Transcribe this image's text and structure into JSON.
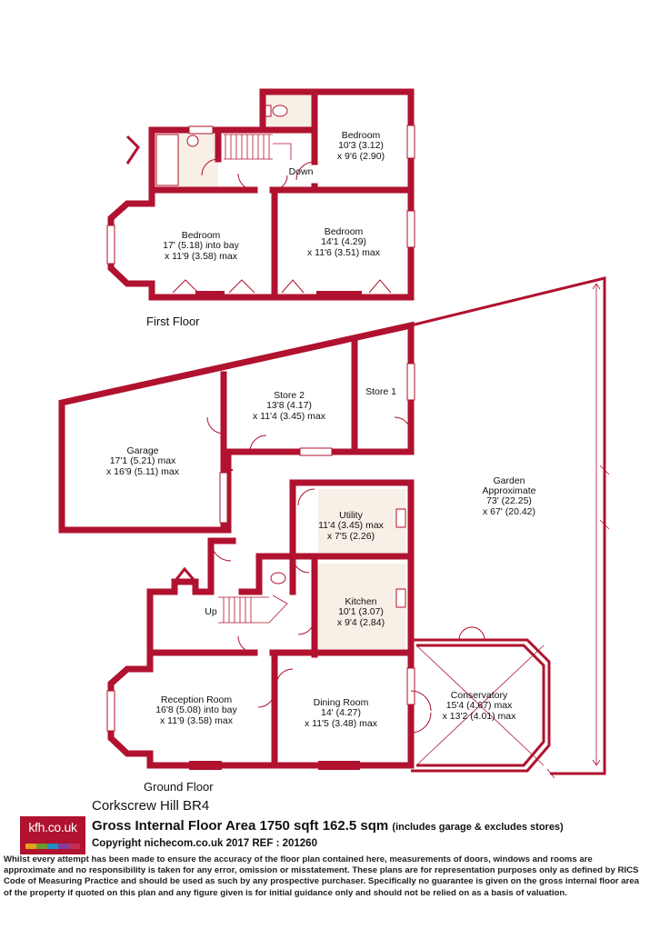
{
  "floors": {
    "first": "First Floor",
    "ground": "Ground Floor"
  },
  "rooms": {
    "bedroom_left": {
      "name": "Bedroom",
      "dim1": "17' (5.18) into bay",
      "dim2": "x 11'9 (3.58) max"
    },
    "bedroom_mid": {
      "name": "Bedroom",
      "dim1": "14'1 (4.29)",
      "dim2": "x 11'6 (3.51) max"
    },
    "bedroom_right": {
      "name": "Bedroom",
      "dim1": "10'3 (3.12)",
      "dim2": "x 9'6 (2.90)"
    },
    "stairs_down": "Down",
    "stairs_up": "Up",
    "store2": {
      "name": "Store 2",
      "dim1": "13'8 (4.17)",
      "dim2": "x 11'4 (3.45) max"
    },
    "store1": {
      "name": "Store 1"
    },
    "garage": {
      "name": "Garage",
      "dim1": "17'1 (5.21) max",
      "dim2": "x 16'9 (5.11) max"
    },
    "garden": {
      "name": "Garden",
      "dim1": "Approximate",
      "dim2": "73' (22.25)",
      "dim3": "x 67' (20.42)"
    },
    "utility": {
      "name": "Utility",
      "dim1": "11'4 (3.45) max",
      "dim2": "x 7'5 (2.26)"
    },
    "kitchen": {
      "name": "Kitchen",
      "dim1": "10'1 (3.07)",
      "dim2": "x 9'4 (2.84)"
    },
    "reception": {
      "name": "Reception Room",
      "dim1": "16'8 (5.08) into bay",
      "dim2": "x 11'9 (3.58) max"
    },
    "dining": {
      "name": "Dining Room",
      "dim1": "14' (4.27)",
      "dim2": "x 11'5 (3.48) max"
    },
    "conservatory": {
      "name": "Conservatory",
      "dim1": "15'4 (4.67) max",
      "dim2": "x 13'2 (4.01) max"
    }
  },
  "footer": {
    "logo": "kfh.co.uk",
    "logo_colors": [
      "#e3a11b",
      "#6b9a2f",
      "#1e8fc8",
      "#7d3f98",
      "#c62d59"
    ],
    "address": "Corkscrew Hill  BR4",
    "area": "Gross Internal Floor Area 1750 sqft 162.5 sqm",
    "area_note": "(includes garage & excludes stores)",
    "copyright": "Copyright nichecom.co.uk 2017 REF : 201260",
    "disclaimer": "Whilst every attempt has been made to ensure the accuracy of the floor plan contained here, measurements of doors, windows and rooms are approximate and no responsibility is taken for any error, omission or misstatement.  These plans are for representation purposes only as defined by RICS Code of Measuring Practice and should be used as such by any prospective purchaser.  Specifically no guarantee is given on the gross internal floor area of the property if quoted on this plan and any figure given is for initial guidance only and should not be relied on as a basis of valuation."
  },
  "colors": {
    "wall": "#b0122f"
  }
}
